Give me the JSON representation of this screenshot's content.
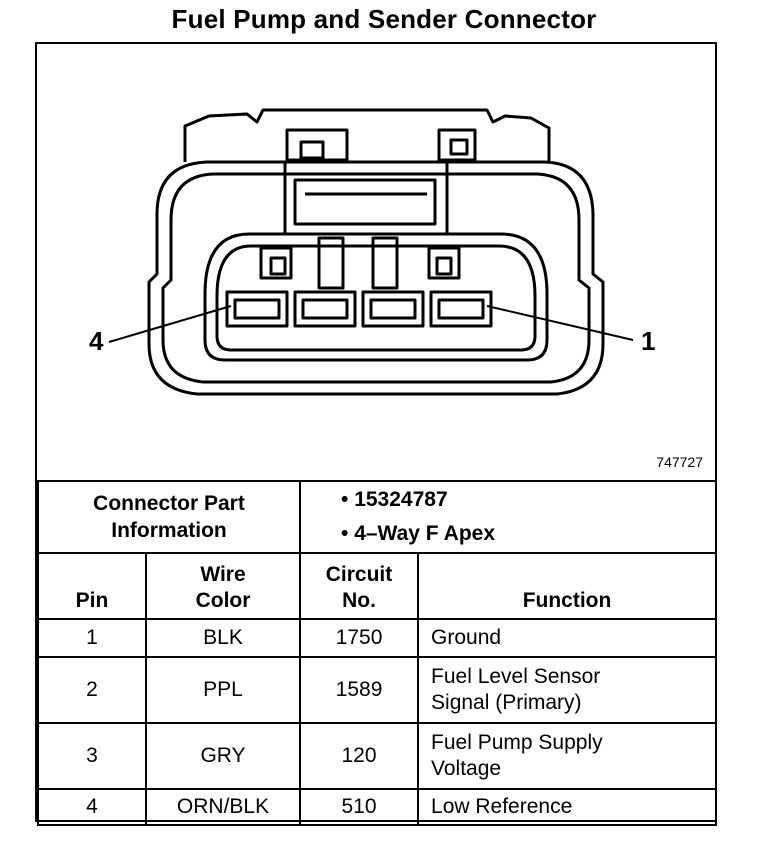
{
  "title": "Fuel Pump and Sender Connector",
  "figure_id": "747727",
  "callouts": {
    "left": "4",
    "right": "1"
  },
  "connector_info": {
    "label": "Connector Part Information",
    "values": [
      "15324787",
      "4–Way F Apex"
    ]
  },
  "table": {
    "headers": {
      "pin": "Pin",
      "wire": "Wire Color",
      "circuit": "Circuit No.",
      "function": "Function"
    },
    "rows": [
      {
        "pin": "1",
        "wire": "BLK",
        "circuit": "1750",
        "function": "Ground"
      },
      {
        "pin": "2",
        "wire": "PPL",
        "circuit": "1589",
        "function": "Fuel Level Sensor Signal (Primary)"
      },
      {
        "pin": "3",
        "wire": "GRY",
        "circuit": "120",
        "function": "Fuel Pump Supply Voltage"
      },
      {
        "pin": "4",
        "wire": "ORN/BLK",
        "circuit": "510",
        "function": "Low Reference"
      }
    ]
  }
}
